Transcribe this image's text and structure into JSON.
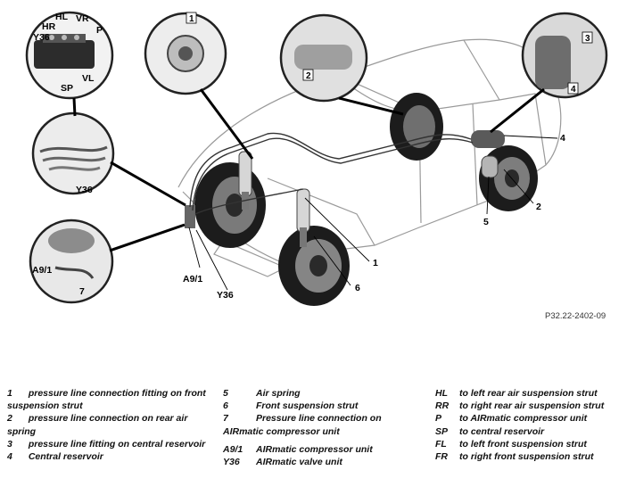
{
  "callouts": {
    "c1": "1",
    "c2": "2",
    "c3": "3",
    "c4": "4",
    "c5": "5",
    "c6": "6",
    "c7": "7",
    "a91": "A9/1",
    "a91_detail": "A9/1",
    "y36": "Y36",
    "y36_top": "Y36",
    "y36_detail": "Y36",
    "hl": "HL",
    "hr": "HR",
    "vr": "VR",
    "p": "P",
    "sp": "SP",
    "vl": "VL",
    "c2_top": "2",
    "c1_top": "1",
    "c3_top": "3",
    "c4_top": "4",
    "c4_right": "4",
    "c2_right": "2"
  },
  "figure_id": "P32.22-2402-09",
  "legend": {
    "col1": [
      {
        "key": "1",
        "text": "pressure line connection fitting on front suspension strut"
      },
      {
        "key": "2",
        "text": "pressure line connection on rear air spring"
      },
      {
        "key": "3",
        "text": "pressure line fitting on central reservoir"
      },
      {
        "key": "4",
        "text": "Central reservoir"
      }
    ],
    "col2": [
      {
        "key": "5",
        "text": "Air spring"
      },
      {
        "key": "6",
        "text": "Front suspension strut"
      },
      {
        "key": "7",
        "text": "Pressure line connection on AIRmatic compressor unit"
      },
      {
        "key": "A9/1",
        "text": "AIRmatic compressor unit"
      },
      {
        "key": "Y36",
        "text": "AIRmatic valve unit"
      }
    ],
    "col3": [
      {
        "key": "HL",
        "text": "to left rear air suspension strut"
      },
      {
        "key": "RR",
        "text": "to right rear air suspension strut"
      },
      {
        "key": "P",
        "text": "to AIRmatic compressor unit"
      },
      {
        "key": "SP",
        "text": "to central reservoir"
      },
      {
        "key": "FL",
        "text": "to left front suspension strut"
      },
      {
        "key": "FR",
        "text": "to right front suspension strut"
      }
    ]
  }
}
